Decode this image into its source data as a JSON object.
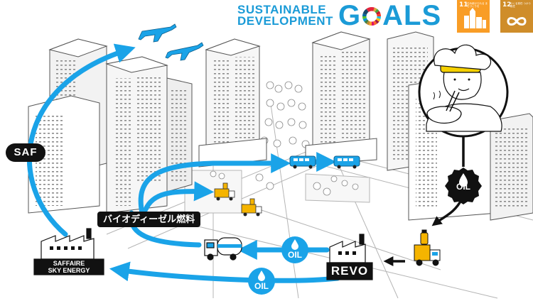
{
  "header": {
    "title_line1": "SUSTAINABLE",
    "title_line2": "DEVELOPMENT",
    "goals_word": "GOALS",
    "goals_word_prefix": "G",
    "goals_word_suffix": "ALS"
  },
  "sdg_tiles": [
    {
      "number": "11",
      "caption": "住み続けられる まちづくりを",
      "color": "#f99d26",
      "icon": "city-icon"
    },
    {
      "number": "12",
      "caption": "つくる責任 つかう責任",
      "color": "#cf8d2a",
      "icon": "infinity-icon"
    }
  ],
  "labels": {
    "saf": "SAF",
    "biodiesel": "バイオディーゼル燃料",
    "saffaire_line1": "SAFFAIRE",
    "saffaire_line2": "SKY ENERGY",
    "revo": "REVO",
    "oil": "OIL"
  },
  "colors": {
    "flow_blue": "#1aa3e8",
    "label_black": "#111111",
    "truck_yellow": "#f5b400"
  }
}
